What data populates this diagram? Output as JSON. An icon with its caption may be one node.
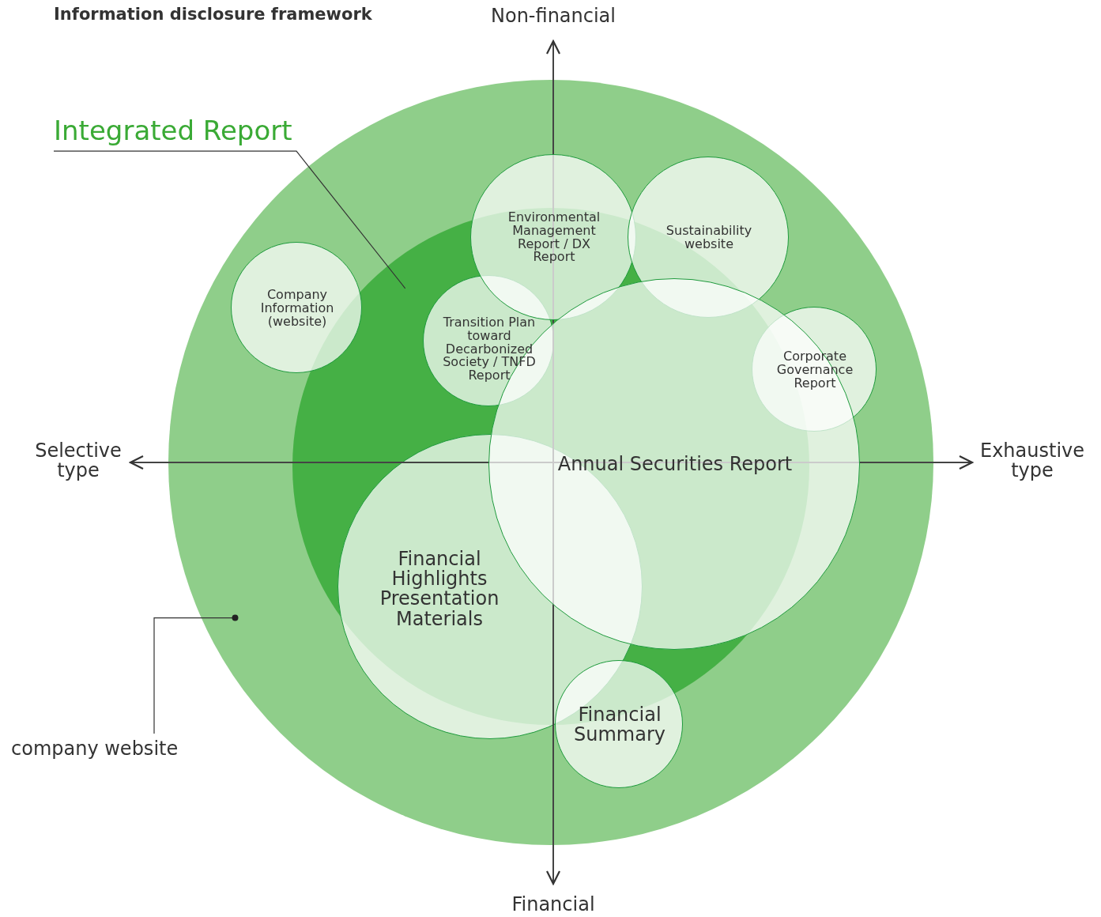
{
  "diagram": {
    "title": "Information disclosure framework",
    "nodes": [
      {
        "text": [],
        "shape": "circle"
      },
      {
        "text": [],
        "shape": "circle",
        "in": 0
      },
      {
        "text": [
          "Company Information (website)"
        ],
        "in": 0
      },
      {
        "text": [
          "Environmental Management Report / DX Report"
        ],
        "in": 0
      },
      {
        "text": [
          "Sustainability website"
        ],
        "in": 0
      },
      {
        "text": [
          "Transition Plan toward Decarbonized Society / TNFD Report"
        ],
        "in": 1
      },
      {
        "text": [
          "Corporate Governance Report"
        ],
        "in": 0
      },
      {
        "text": [
          "Annual Securities Report"
        ],
        "in": 0
      },
      {
        "text": [
          "Financial Highlights Presentation Materials"
        ],
        "in": 1
      },
      {
        "text": [
          "Financial Summary"
        ],
        "in": 0
      },
      {
        "text": [
          "Integrated Report"
        ]
      },
      {
        "text": [
          "company website"
        ]
      }
    ],
    "edges": [
      {
        "from": 10,
        "to": 1,
        "arrow": "none"
      },
      {
        "from": 11,
        "to": 0,
        "arrow": "none"
      }
    ],
    "labels": [
      "Non-financial",
      "Selective type",
      "Exhaustive type",
      "Financial"
    ]
  }
}
